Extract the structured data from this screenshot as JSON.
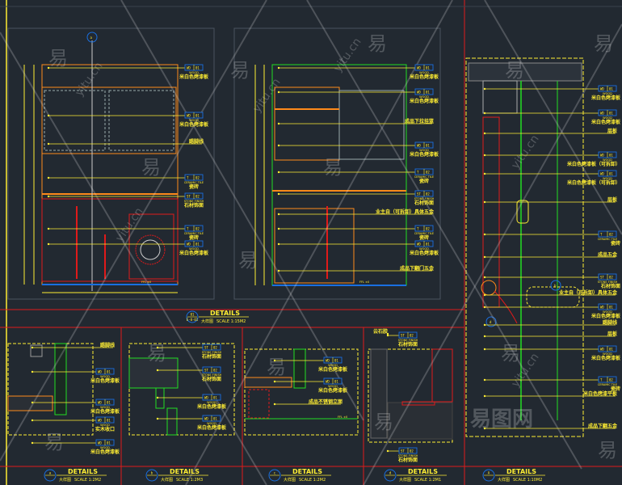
{
  "colors": {
    "background": "#222931",
    "frame": "#ffee33",
    "red": "#e01a1a",
    "green": "#22dd22",
    "orange": "#ff8a1a",
    "blue": "#1a6fe0"
  },
  "elevation_1": {
    "annotations": [
      {
        "a": "WD",
        "b": "01",
        "sub": "WOOD",
        "label": "米白色烤漆板"
      },
      {
        "a": "WD",
        "b": "01",
        "sub": "WOOD",
        "label": "米白色烤漆板"
      },
      {
        "a": "",
        "b": "",
        "sub": "",
        "label": "踢脚线"
      },
      {
        "a": "T",
        "b": "02",
        "sub": "CERAMIC TILE",
        "label": "瓷砖"
      },
      {
        "a": "ST",
        "b": "02",
        "sub": "STONE FINISH",
        "label": "石材饰面"
      },
      {
        "a": "T",
        "b": "02",
        "sub": "CERAMIC TILE",
        "label": "瓷砖"
      },
      {
        "a": "WD",
        "b": "01",
        "sub": "WOOD",
        "label": "米白色烤漆板"
      }
    ],
    "floor_label": "FFL ±0"
  },
  "elevation_2": {
    "annotations": [
      {
        "a": "WD",
        "b": "01",
        "sub": "WOOD",
        "label": "米白色烤漆板"
      },
      {
        "a": "WD",
        "b": "01",
        "sub": "WOOD",
        "label": "米白色烤漆板"
      },
      {
        "a": "",
        "b": "",
        "sub": "",
        "label": "成品下拉挂篮"
      },
      {
        "a": "WD",
        "b": "01",
        "sub": "WOOD",
        "label": "米白色烤漆板"
      },
      {
        "a": "T",
        "b": "02",
        "sub": "CERAMIC TILE",
        "label": "瓷砖"
      },
      {
        "a": "ST",
        "b": "02",
        "sub": "STONE FINISH",
        "label": "石材饰面"
      },
      {
        "a": "",
        "b": "",
        "sub": "",
        "label": "业主自（可拆卸）具体五金"
      },
      {
        "a": "T",
        "b": "02",
        "sub": "CERAMIC TILE",
        "label": "瓷砖"
      },
      {
        "a": "WD",
        "b": "01",
        "sub": "WOOD",
        "label": "米白色烤漆板"
      },
      {
        "a": "",
        "b": "",
        "sub": "",
        "label": "成品下翻门五金"
      }
    ],
    "floor_label": "FFL ±0"
  },
  "elevation_3": {
    "annotations": [
      {
        "a": "WD",
        "b": "01",
        "sub": "WOOD",
        "label": "米白色烤漆板"
      },
      {
        "a": "WD",
        "b": "01",
        "sub": "WOOD",
        "label": "米白色烤漆板"
      },
      {
        "a": "",
        "b": "",
        "sub": "",
        "label": "层板"
      },
      {
        "a": "WD",
        "b": "01",
        "sub": "WOOD",
        "label": "米白色烤漆板（可拆卸）"
      },
      {
        "a": "WD",
        "b": "01",
        "sub": "WOOD",
        "label": "米白色烤漆板（可拆卸）"
      },
      {
        "a": "",
        "b": "",
        "sub": "",
        "label": "层板"
      },
      {
        "a": "T",
        "b": "02",
        "sub": "CERAMIC TILE",
        "label": "瓷砖"
      },
      {
        "a": "",
        "b": "",
        "sub": "",
        "label": "成品五金"
      },
      {
        "a": "ST",
        "b": "02",
        "sub": "STONE FINISH",
        "label": "石材饰面"
      },
      {
        "a": "",
        "b": "",
        "sub": "",
        "label": "业主自（可拆卸）具体五金"
      },
      {
        "a": "WD",
        "b": "01",
        "sub": "WOOD",
        "label": "米白色烤漆板"
      },
      {
        "a": "",
        "b": "",
        "sub": "",
        "label": "踢脚线"
      },
      {
        "a": "",
        "b": "",
        "sub": "",
        "label": "层板"
      },
      {
        "a": "WD",
        "b": "01",
        "sub": "WOOD",
        "label": "米白色烤漆板"
      },
      {
        "a": "T",
        "b": "02",
        "sub": "CERAMIC TILE",
        "label": "瓷砖"
      },
      {
        "a": "",
        "b": "",
        "sub": "",
        "label": "米白色烤漆平板"
      },
      {
        "a": "",
        "b": "",
        "sub": "",
        "label": "成品下翻五金"
      }
    ]
  },
  "detail_a": {
    "annotations": [
      {
        "a": "",
        "b": "",
        "sub": "",
        "label": "踢脚线"
      },
      {
        "a": "WD",
        "b": "01",
        "sub": "WOOD",
        "label": "米白色烤漆板"
      },
      {
        "a": "WD",
        "b": "01",
        "sub": "WOOD",
        "label": "米白色烤漆板"
      },
      {
        "a": "WD",
        "b": "01",
        "sub": "WOOD",
        "label": "实木收口"
      },
      {
        "a": "WD",
        "b": "01",
        "sub": "WOOD",
        "label": "米白色烤漆板"
      }
    ]
  },
  "detail_b": {
    "annotations": [
      {
        "a": "ST",
        "b": "02",
        "sub": "STONE FINISH",
        "label": "石材饰面"
      },
      {
        "a": "ST",
        "b": "02",
        "sub": "STONE FINISH",
        "label": "石材饰面"
      },
      {
        "a": "WD",
        "b": "01",
        "sub": "WOOD",
        "label": "米白色烤漆板"
      },
      {
        "a": "WD",
        "b": "01",
        "sub": "WOOD",
        "label": "米白色烤漆板"
      }
    ]
  },
  "detail_c": {
    "annotations": [
      {
        "a": "WD",
        "b": "01",
        "sub": "WOOD",
        "label": "米白色烤漆板"
      },
      {
        "a": "WD",
        "b": "01",
        "sub": "WOOD",
        "label": "米白色烤漆板"
      },
      {
        "a": "",
        "b": "",
        "sub": "",
        "label": "成品不锈钢立面"
      }
    ],
    "floor_label": "FFL ±0"
  },
  "detail_d": {
    "annotations": [
      {
        "a": "",
        "b": "",
        "sub": "",
        "label": "云石胶"
      },
      {
        "a": "ST",
        "b": "02",
        "sub": "STONE FINISH",
        "label": "石材饰面"
      },
      {
        "a": "ST",
        "b": "02",
        "sub": "STONE FINISH",
        "label": "石材饰面"
      }
    ]
  },
  "titles": [
    {
      "num": "01",
      "ref": "E-0-01",
      "title": "DETAILS",
      "subtitle": "大样图",
      "scale": "SCALE 1:15M2"
    },
    {
      "num": "a",
      "ref": "",
      "title": "DETAILS",
      "subtitle": "大样图",
      "scale": "SCALE 1:2M2"
    },
    {
      "num": "b",
      "ref": "",
      "title": "DETAILS",
      "subtitle": "大样图",
      "scale": "SCALE 1:2M3"
    },
    {
      "num": "c",
      "ref": "",
      "title": "DETAILS",
      "subtitle": "大样图",
      "scale": "SCALE 1:2M2"
    },
    {
      "num": "d",
      "ref": "",
      "title": "DETAILS",
      "subtitle": "大样图",
      "scale": "SCALE 1:2M1"
    },
    {
      "num": "A",
      "ref": "",
      "title": "DETAILS",
      "subtitle": "大样图",
      "scale": "SCALE 1:10M2"
    }
  ],
  "section_markers": {
    "top": "a",
    "mid1": "b",
    "mid2": "d"
  },
  "watermark": {
    "glyph": "易",
    "site": "yitu.cn",
    "logo": "易图网"
  }
}
